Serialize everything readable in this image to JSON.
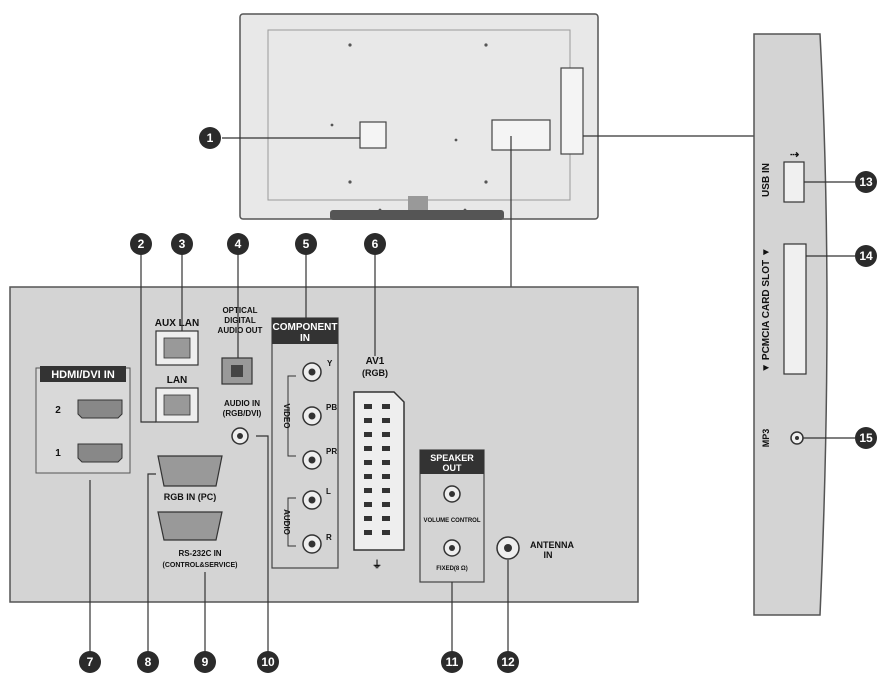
{
  "callouts": [
    "1",
    "2",
    "3",
    "4",
    "5",
    "6",
    "7",
    "8",
    "9",
    "10",
    "11",
    "12",
    "13",
    "14",
    "15"
  ],
  "labels": {
    "aux_lan": "AUX LAN",
    "lan": "LAN",
    "optical_1": "OPTICAL",
    "optical_2": "DIGITAL",
    "optical_3": "AUDIO OUT",
    "component_1": "COMPONENT",
    "component_2": "IN",
    "av1_1": "AV1",
    "av1_2": "(RGB)",
    "hdmi": "HDMI/DVI IN",
    "hdmi_2": "2",
    "hdmi_1": "1",
    "audio_in_1": "AUDIO IN",
    "audio_in_2": "(RGB/DVI)",
    "rgb_in": "RGB IN (PC)",
    "rs232_1": "RS-232C IN",
    "rs232_2": "(CONTROL&SERVICE)",
    "video": "VIDEO",
    "audio": "AUDIO",
    "y": "Y",
    "pb": "PB",
    "pr": "PR",
    "l": "L",
    "r": "R",
    "speaker_1": "SPEAKER",
    "speaker_2": "OUT",
    "volume_control": "VOLUME CONTROL",
    "fixed": "FIXED(8 Ω)",
    "antenna_1": "ANTENNA",
    "antenna_2": "IN",
    "usb_in": "USB IN",
    "pcmcia": "▼ PCMCIA CARD SLOT ▼",
    "mp3": "MP3"
  },
  "colors": {
    "panel": "#d4d4d4",
    "tv_body": "#e8e8e8",
    "outline": "#555555",
    "callout": "#2b2b2b",
    "port": "#b9b9b9"
  }
}
